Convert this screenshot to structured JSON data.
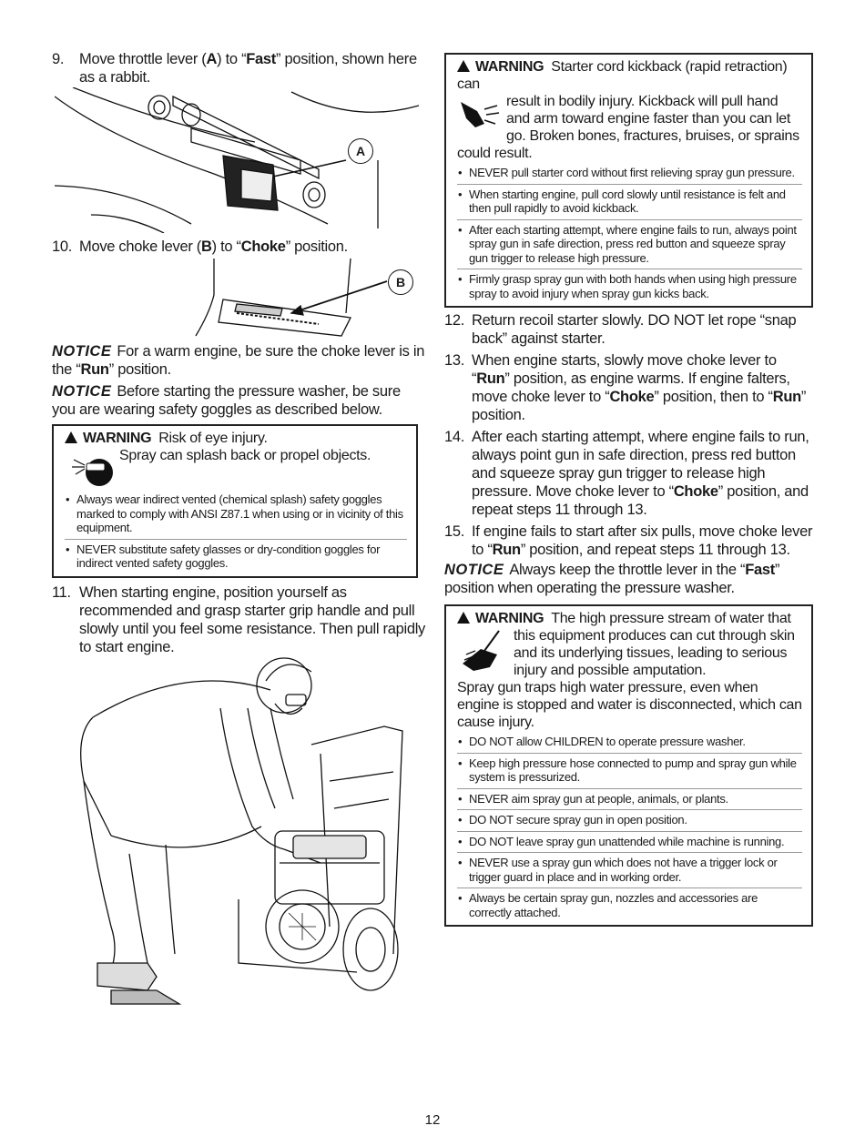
{
  "left": {
    "step9": {
      "num": "9.",
      "pre": "Move throttle lever (",
      "letter": "A",
      "mid": ") to “",
      "bold": "Fast",
      "post": "” position, shown here as a rabbit."
    },
    "callout_a": "A",
    "step10": {
      "num": "10.",
      "pre": "Move choke lever (",
      "letter": "B",
      "mid": ") to “",
      "bold": "Choke",
      "post": "” position."
    },
    "callout_b": "B",
    "notice1": {
      "tag": "NOTICE",
      "pre": "For a warm engine, be sure the choke lever is in the “",
      "bold": "Run",
      "post": "” position."
    },
    "notice2": {
      "tag": "NOTICE",
      "text": "Before starting the pressure washer, be sure you are wearing safety goggles as described below."
    },
    "warning_eye": {
      "label": "WARNING",
      "line1": "Risk of eye injury.",
      "line2": "Spray can splash back or propel objects.",
      "bullets": [
        "Always wear indirect vented (chemical splash) safety goggles marked to comply with ANSI Z87.1 when using or in vicinity of this equipment.",
        "NEVER substitute safety glasses or dry-condition goggles for indirect vented safety goggles."
      ]
    },
    "step11": {
      "num": "11.",
      "text": "When starting engine, position yourself as recommended and grasp starter grip handle and pull slowly until you feel some resistance. Then pull rapidly to start engine."
    }
  },
  "right": {
    "warning_kick": {
      "label": "WARNING",
      "text1": "Starter cord kickback (rapid retraction) can",
      "text2": "result in bodily injury. Kickback will pull hand and arm toward engine faster than you can let go. Broken bones, fractures, bruises, or sprains",
      "text3": "could result.",
      "bullets": [
        "NEVER pull starter cord without first relieving spray gun pressure.",
        "When starting engine, pull cord slowly until resistance is felt and then pull rapidly to avoid kickback.",
        "After each starting attempt, where engine fails to run, always point spray gun in safe direction, press red button and squeeze spray gun trigger to release high pressure.",
        "Firmly grasp spray gun with both hands when using high pressure spray to avoid injury when spray gun kicks back."
      ]
    },
    "step12": {
      "num": "12.",
      "text": "Return recoil starter slowly. DO NOT let rope “snap back” against starter."
    },
    "step13": {
      "num": "13.",
      "p1": "When engine starts, slowly move choke lever to “",
      "b1": "Run",
      "p2": "” position, as engine warms. If engine falters, move choke lever to “",
      "b2": "Choke",
      "p3": "” position, then to “",
      "b3": "Run",
      "p4": "” position."
    },
    "step14": {
      "num": "14.",
      "p1": "After each starting attempt, where engine fails to run, always point gun in safe direction, press red button and squeeze spray gun trigger to release high pressure. Move choke lever to “",
      "b1": "Choke",
      "p2": "” position, and repeat steps 11 through 13."
    },
    "step15": {
      "num": "15.",
      "p1": "If engine fails to start after six pulls, move choke lever to “",
      "b1": "Run",
      "p2": "” position, and repeat steps 11 through 13."
    },
    "notice3": {
      "tag": "NOTICE",
      "p1": "Always keep the throttle lever in the “",
      "b1": "Fast",
      "p2": "” position when operating the pressure washer."
    },
    "warning_stream": {
      "label": "WARNING",
      "text1": "The high pressure stream of water that",
      "text2": "this equipment produces can cut through skin and its underlying tissues, leading to serious injury and possible amputation.",
      "text3": "Spray gun traps high water pressure, even when engine is stopped and water is disconnected, which can cause injury.",
      "bullets": [
        "DO NOT allow CHILDREN to operate pressure washer.",
        "Keep high pressure hose connected to pump and spray gun while system is pressurized.",
        "NEVER aim spray gun at people, animals, or plants.",
        "DO NOT secure spray gun in open position.",
        "DO NOT leave spray gun unattended while machine is running.",
        "NEVER use a spray gun which does not have a trigger lock or trigger guard in place and in working order.",
        "Always be certain spray gun, nozzles and accessories are correctly attached."
      ]
    }
  },
  "page_number": "12"
}
